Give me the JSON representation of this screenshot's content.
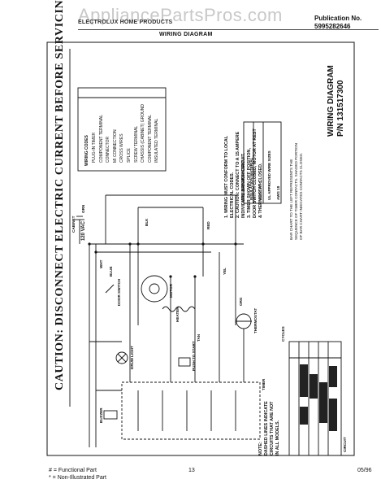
{
  "watermark": "AppliancePartsPros.com",
  "header_code": "ELECTROLUX HOME PRODUCTS",
  "publication": {
    "label": "Publication No.",
    "number": "5995282646"
  },
  "wiring_title": "WIRING DIAGRAM",
  "caution": "CAUTION: DISCONNECT ELECTRIC CURRENT BEFORE SERVICING",
  "right_title": {
    "line1": "WIRING DIAGRAM",
    "line2": "P/N 131517300"
  },
  "warnings": {
    "line1": "1. WIRING MUST CONFORM TO LOCAL",
    "line2": "   ELECTRICAL CODES.",
    "line3": "2. CAUTION: CONNECT TO A 15 AMPERE",
    "line4": "   INDIVIDUAL BRANCH CIRCUIT.",
    "line5": "3. TIMER SHOWN OFF POSITION,",
    "line6": "   DOOR SWITCH CLOSED, MOTOR AT REST",
    "line7": "   & THERMOSTAT CLOSED."
  },
  "wiring_codes_title": "WIRING CODES",
  "wiring_codes": [
    "PLUG-IN TIMER",
    "COMPONENT TERMINAL",
    "CONNECTOR",
    "MI CONNECTION",
    "CROSS WIRES",
    "SPLICE",
    "SCREW TERMINAL",
    "CHASSIS (CABINET) GROUND",
    "COMPONENT TERMINAL",
    "INSULATED TERMINAL"
  ],
  "wire_specs_title": "WIRE SPECIFICATIONS",
  "wire_specs": [
    "INSULATION MATERIAL",
    "105°C PVC",
    "UL APPROVED WIRE SIZES",
    "AWG 18"
  ],
  "bar_note": "BAR CHART TO THE LEFT REPRESENTS THE SEQUENCE OF TIMER CONTACTS. SHADED PORTION OF BAR CHART INDICATES CONTACTS CLOSED.",
  "cycles_label": "CYCLES",
  "circuit_label": "CIRCUIT",
  "bottom_note": {
    "line1": "NOTE:",
    "line2": "DASHED LINES INDICATE",
    "line3": "CIRCUITS THAT ARE NOT",
    "line4": "IN ALL MODELS."
  },
  "labels": {
    "vac": "120 VAC",
    "timer": "TIMER",
    "motor": "MOTOR",
    "buzzer": "BUZZER",
    "drum_light": "DRUM LIGHT",
    "door_switch": "DOOR SWITCH",
    "thermostat": "THERMOSTAT",
    "push_to_start": "PUSH TO START",
    "heater": "HEATER",
    "cabinet": "CABINET",
    "wht": "WHT",
    "blk": "BLK",
    "red": "RED",
    "yel": "YEL",
    "grn": "GRN",
    "blue": "BLUE",
    "tan": "TAN",
    "org": "ORG"
  },
  "footer": {
    "functional": "# = Functional Part",
    "non_illustrated": "* = Non-Illustrated Part",
    "page": "13",
    "date": "05/96"
  }
}
